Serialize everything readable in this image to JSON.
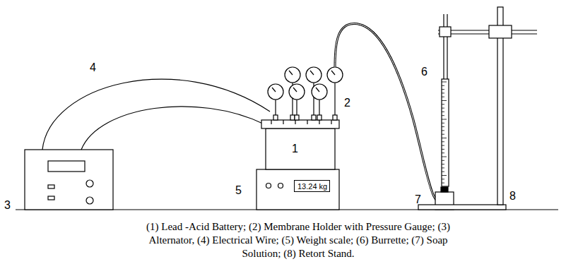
{
  "diagram": {
    "caption": "(1) Lead -Acid Battery; (2) Membrane Holder with Pressure Gauge; (3) Alternator, (4) Electrical Wire; (5) Weight scale; (6) Burrette; (7) Soap Solution; (8) Retort Stand.",
    "nodes": [
      {
        "text": [
          "13.24 kg"
        ]
      }
    ],
    "labels": [
      "1",
      "2",
      "3",
      "4",
      "5",
      "6",
      "7",
      "8"
    ]
  }
}
